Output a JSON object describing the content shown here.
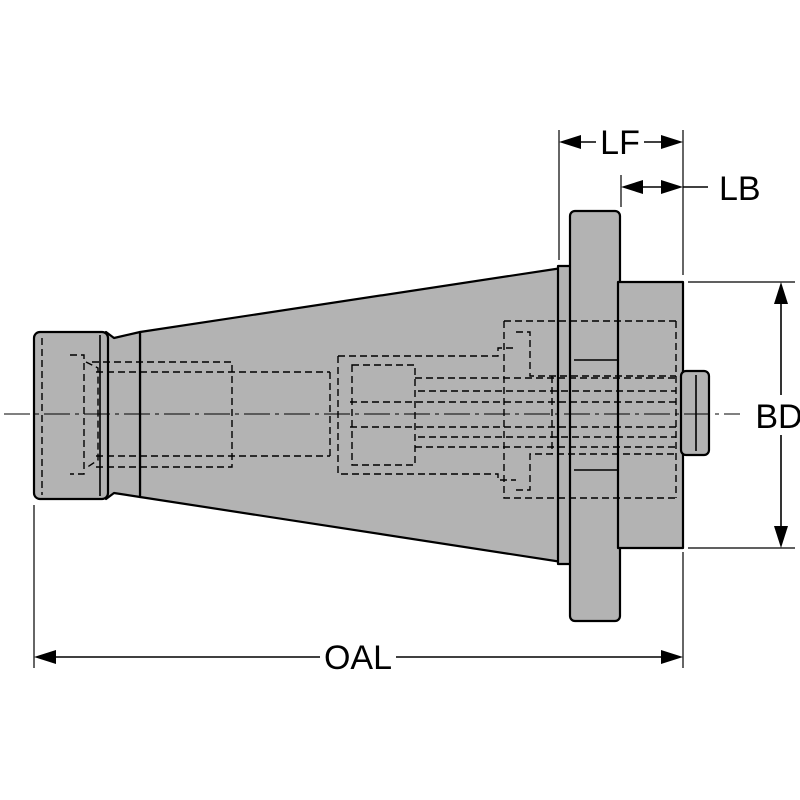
{
  "dimensions": {
    "overall_length": "OAL",
    "flange_length": "LF",
    "body_length": "LB",
    "body_diameter": "BD"
  }
}
